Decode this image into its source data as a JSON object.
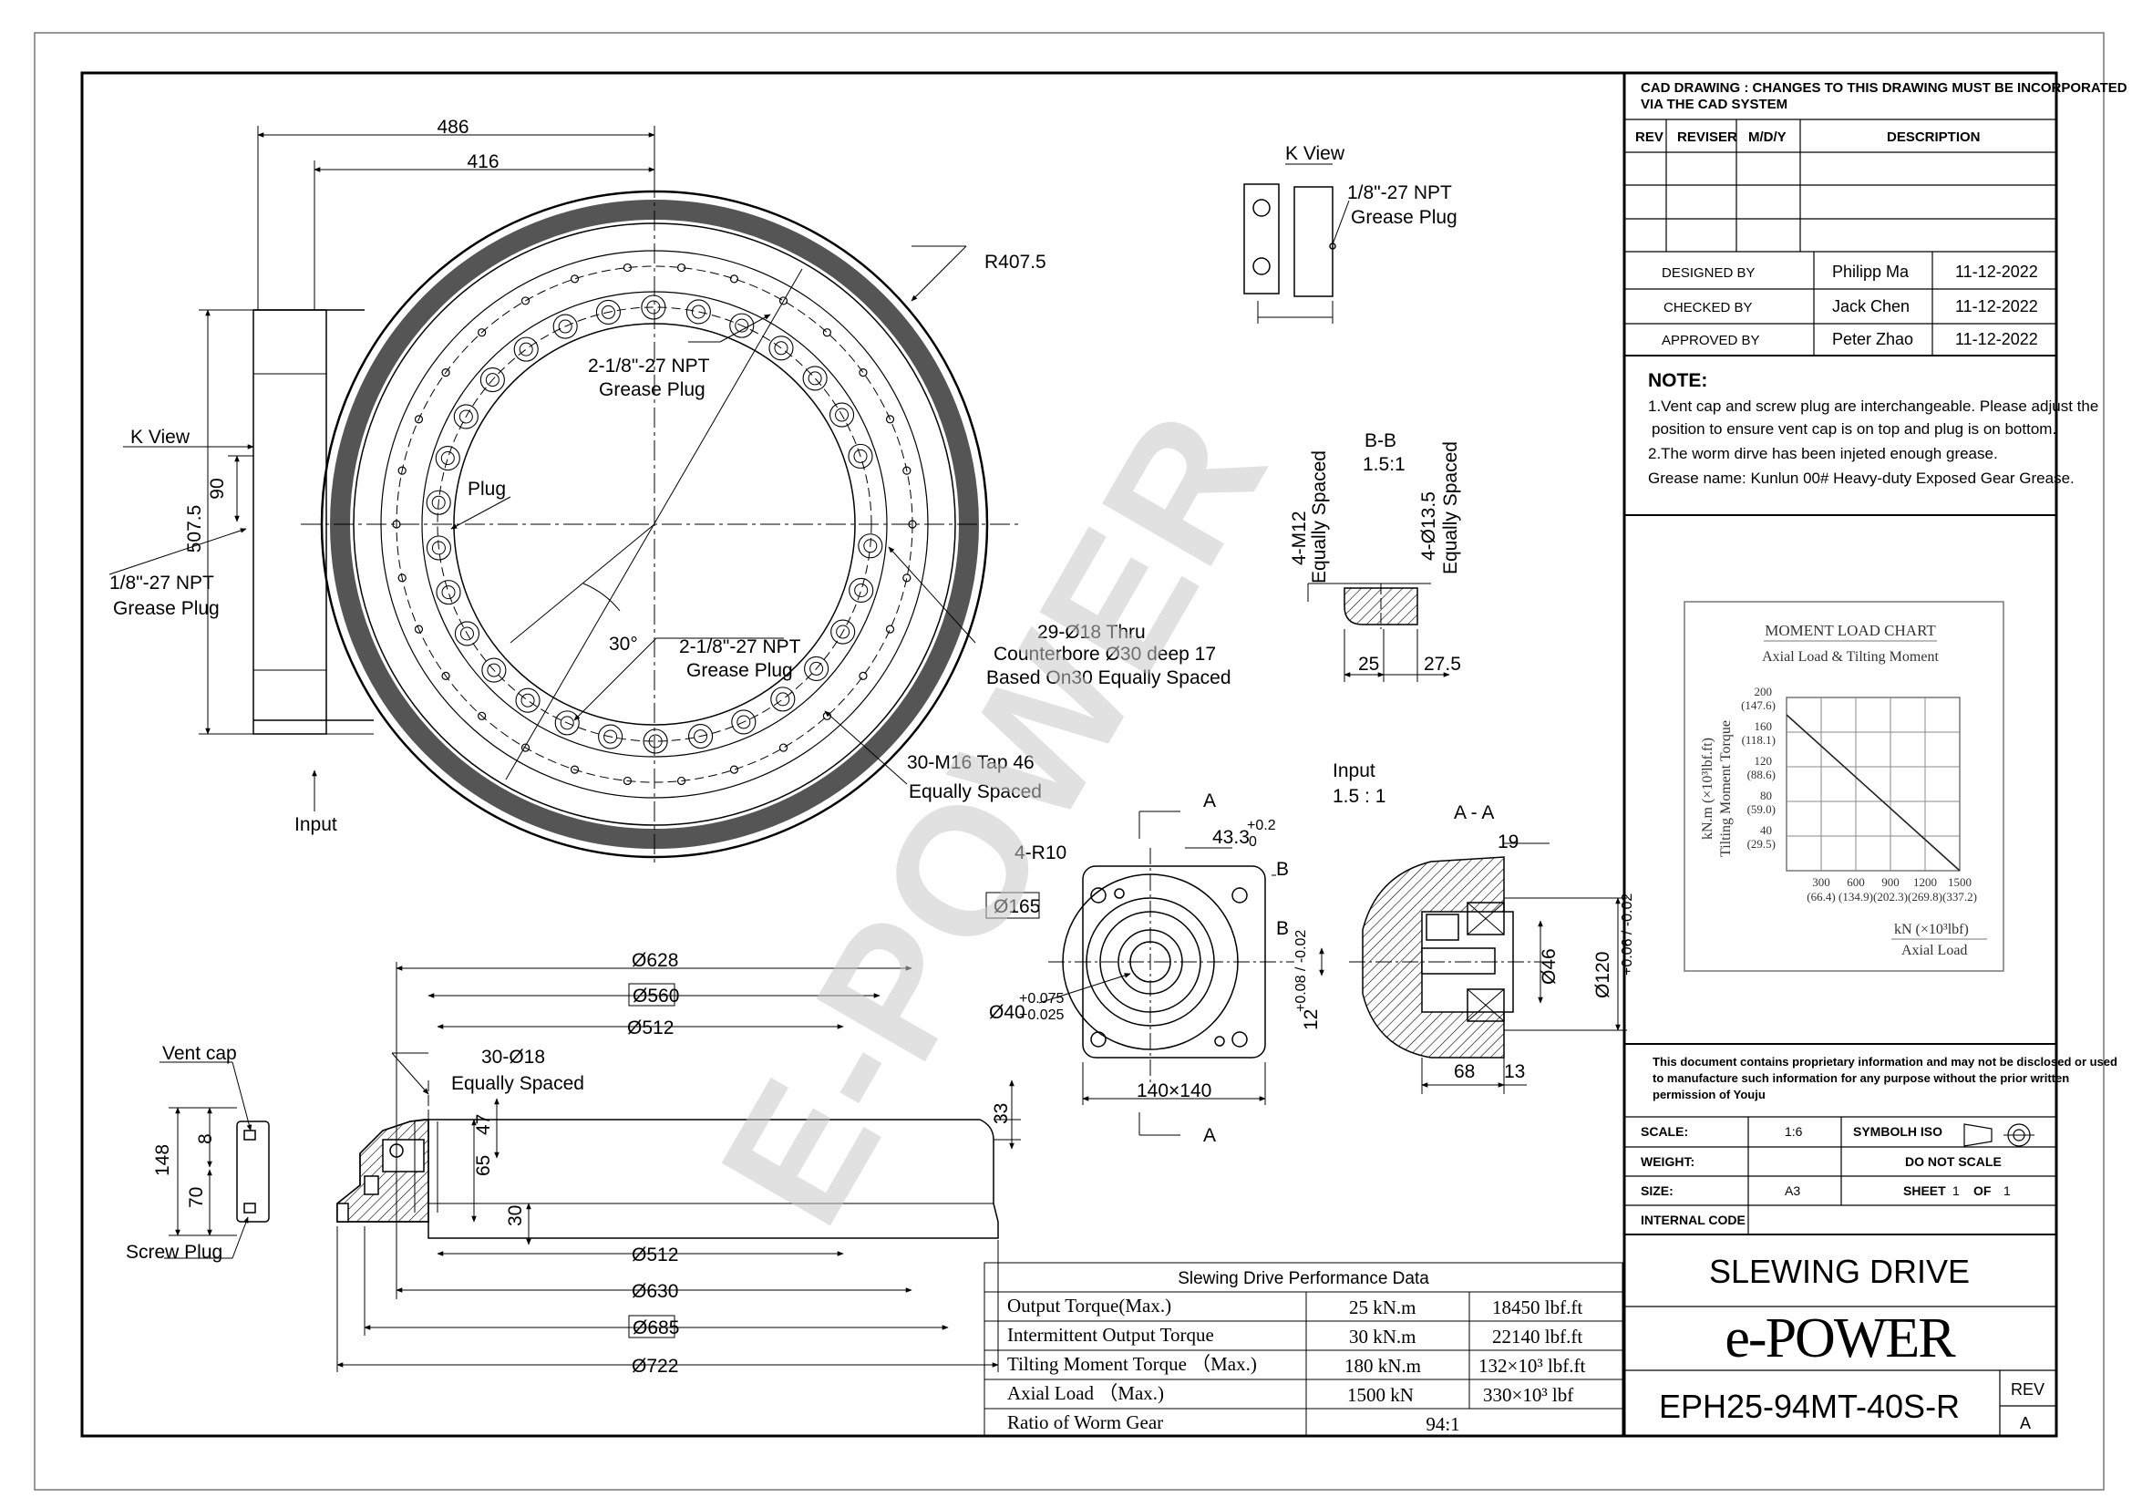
{
  "watermark": "E-POWER",
  "main_view": {
    "dim_486": "486",
    "dim_416": "416",
    "radius_label": "R407.5",
    "k_view_label": "K View",
    "dim_90": "90",
    "dim_507_5": "507.5",
    "npt_left_1": "1/8\"-27 NPT",
    "npt_left_2": "Grease Plug",
    "plug_label": "Plug",
    "npt_top_1": "2-1/8\"-27 NPT",
    "npt_top_2": "Grease Plug",
    "npt_bottom_1": "2-1/8\"-27 NPT",
    "npt_bottom_2": "Grease Plug",
    "angle_30": "30°",
    "holes_1": "29-Ø18 Thru",
    "holes_2": "Counterbore Ø30 deep 17",
    "holes_3": "Based On30 Equally Spaced",
    "tap_1": "30-M16 Tap 46",
    "tap_2": "Equally Spaced",
    "input_label": "Input"
  },
  "k_view": {
    "title": "K View",
    "note_1": "1/8\"-27 NPT",
    "note_2": "Grease Plug"
  },
  "section_bb": {
    "title": "B-B",
    "scale": "1.5:1",
    "m12_1": "4-M12",
    "m12_2": "Equally Spaced",
    "d13_1": "4-Ø13.5",
    "d13_2": "Equally Spaced",
    "dim_25": "25",
    "dim_27_5": "27.5"
  },
  "input_view": {
    "title": "Input",
    "scale": "1.5 : 1",
    "sec_a_top": "A",
    "sec_a_bottom": "A",
    "sec_b_top": "B",
    "sec_b_bottom": "B",
    "dim_43_3": "43.3",
    "tol_43": "+0.2",
    "tol_43b": "0",
    "r10": "4-R10",
    "d165": "Ø165",
    "d40": "Ø40",
    "d40_tol_a": "+0.075",
    "d40_tol_b": "+0.025",
    "dim_12": "12",
    "dim_12_tol": "+0.08 / -0.02",
    "dim_140": "140×140"
  },
  "section_aa": {
    "title": "A - A",
    "dim_19": "19",
    "d46": "Ø46",
    "d120": "Ø120",
    "d120_tol": "+0.06 / -0.02",
    "dim_68": "68",
    "dim_13": "13"
  },
  "side_view": {
    "d628": "Ø628",
    "d560": "Ø560",
    "d512_top": "Ø512",
    "holes_1": "30-Ø18",
    "holes_2": "Equally Spaced",
    "vent_cap": "Vent cap",
    "screw_plug": "Screw Plug",
    "dim_148": "148",
    "dim_8": "8",
    "dim_70": "70",
    "dim_47": "47",
    "dim_65": "65",
    "dim_30": "30",
    "dim_33": "33",
    "d512_bottom": "Ø512",
    "d630": "Ø630",
    "d685": "Ø685",
    "d722": "Ø722"
  },
  "moment_chart": {
    "title": "MOMENT LOAD CHART",
    "subtitle": "Axial Load & Tilting Moment",
    "y_unit": "kN.m  (×10³lbf.ft)",
    "y_label": "Tilting Moment Torque",
    "x_unit": "kN   (×10³lbf)",
    "x_label": "Axial Load",
    "chart_data": {
      "type": "line",
      "title": "MOMENT LOAD CHART",
      "subtitle": "Axial Load & Tilting Moment",
      "xlabel": "Axial Load",
      "ylabel": "Tilting Moment Torque",
      "x_ticks": [
        "300",
        "600",
        "900",
        "1200",
        "1500"
      ],
      "x_ticks_imperial": [
        "(66.4)",
        "(134.9)",
        "(202.3)",
        "(269.8)",
        "(337.2)"
      ],
      "y_ticks": [
        "200",
        "160",
        "120",
        "80",
        "40"
      ],
      "y_ticks_imperial": [
        "(147.6)",
        "(118.1)",
        "(88.6)",
        "(59.0)",
        "(29.5)"
      ],
      "xlim": [
        0,
        1500
      ],
      "ylim": [
        0,
        200
      ],
      "grid": true,
      "series": [
        {
          "x": [
            0,
            1500
          ],
          "y": [
            180,
            0
          ]
        }
      ]
    }
  },
  "performance": {
    "title": "Slewing Drive Performance Data",
    "rows": [
      {
        "label": "Output Torque(Max.)",
        "metric": "25 kN.m",
        "imperial": "18450 lbf.ft"
      },
      {
        "label": "Intermittent Output Torque",
        "metric": "30 kN.m",
        "imperial": "22140 lbf.ft"
      },
      {
        "label": "Tilting Moment Torque （Max.)",
        "metric": "180 kN.m",
        "imperial": "132×10³ lbf.ft"
      },
      {
        "label": "Axial Load （Max.)",
        "metric": "1500 kN",
        "imperial": "330×10³ lbf"
      },
      {
        "label": "Ratio of Worm Gear",
        "metric": "94:1",
        "imperial": ""
      }
    ]
  },
  "title_block": {
    "cad_note": "CAD DRAWING : CHANGES TO THIS DRAWING MUST BE INCORPORATED VIA THE CAD SYSTEM",
    "rev_header": "REV",
    "reviser_header": "REVISER",
    "mdy_header": "M/D/Y",
    "description_header": "DESCRIPTION",
    "designed_by_label": "DESIGNED BY",
    "designed_by": "Philipp Ma",
    "designed_date": "11-12-2022",
    "checked_by_label": "CHECKED BY",
    "checked_by": "Jack Chen",
    "checked_date": "11-12-2022",
    "approved_by_label": "APPROVED BY",
    "approved_by": "Peter Zhao",
    "approved_date": "11-12-2022",
    "note_title": "NOTE:",
    "note_1": "1.Vent cap and screw plug are interchangeable. Please adjust the",
    "note_2": "position to ensure vent cap is on top and plug is on bottom.",
    "note_3": "2.The worm dirve has been injeted enough grease.",
    "note_4": "Grease name: Kunlun 00# Heavy-duty Exposed Gear Grease.",
    "proprietary_1": "This document contains proprietary information and may not be disclosed or used",
    "proprietary_2": "to manufacture such information for any purpose without the prior written",
    "proprietary_3": "permission of Youju",
    "scale_label": "SCALE:",
    "scale_value": "1:6",
    "symbol_label": "SYMBOLH ISO",
    "weight_label": "WEIGHT:",
    "do_not_scale": "DO NOT SCALE",
    "size_label": "SIZE:",
    "size_value": "A3",
    "sheet_label": "SHEET",
    "sheet_value": "1",
    "of_label": "OF",
    "of_value": "1",
    "internal_code": "INTERNAL CODE",
    "product_title": "SLEWING DRIVE",
    "brand": "e-POWER",
    "part_number": "EPH25-94MT-40S-R",
    "rev_label": "REV",
    "rev_value": "A"
  }
}
